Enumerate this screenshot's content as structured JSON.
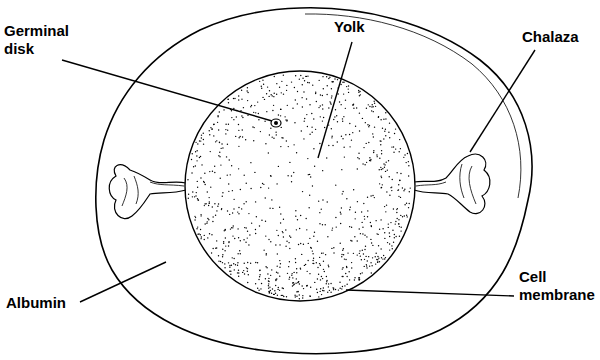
{
  "diagram": {
    "labels": [
      "Germinal disk",
      "Yolk",
      "Chalaza",
      "Cell membrane",
      "Albumin"
    ]
  }
}
